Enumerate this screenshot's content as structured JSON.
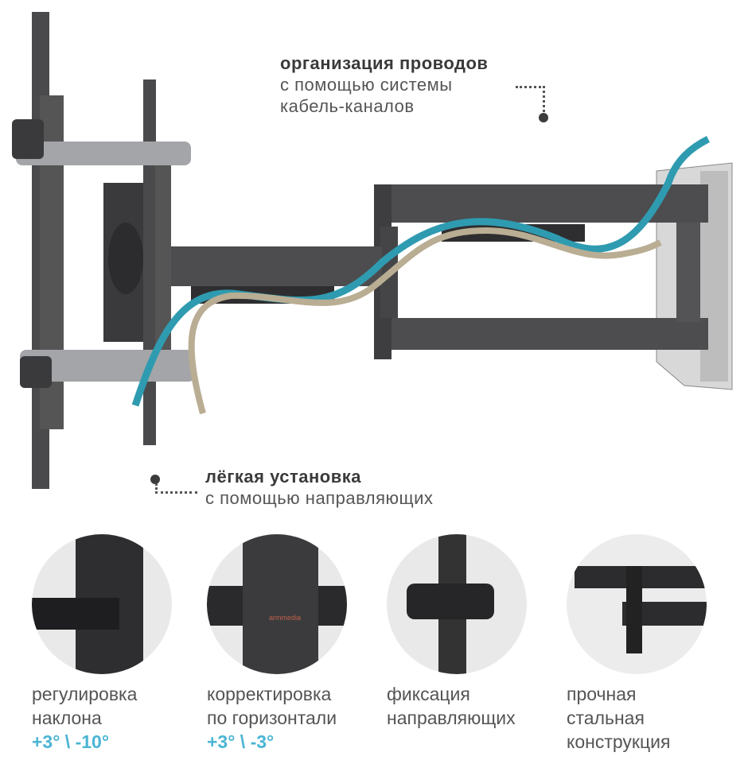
{
  "callouts": {
    "top": {
      "title": "организация проводов",
      "line1": "с помощью системы",
      "line2": "кабель-каналов"
    },
    "bottom": {
      "title": "лёгкая установка",
      "line1": "с помощью направляющих"
    }
  },
  "features": [
    {
      "line1": "регулировка",
      "line2": "наклона",
      "accent": "+3° \\ -10°"
    },
    {
      "line1": "корректировка",
      "line2": "по горизонтали",
      "accent": "+3° \\ -3°"
    },
    {
      "line1": "фиксация",
      "line2": "направляющих"
    },
    {
      "line1": "прочная",
      "line2": "стальная",
      "line3": "конструкция"
    }
  ],
  "logo_text": "armmedia",
  "colors": {
    "accent": "#4bb5d4",
    "metal": "#4a4a4c",
    "cable_blue": "#2f9bb0",
    "cable_beige": "#b9ad93"
  }
}
